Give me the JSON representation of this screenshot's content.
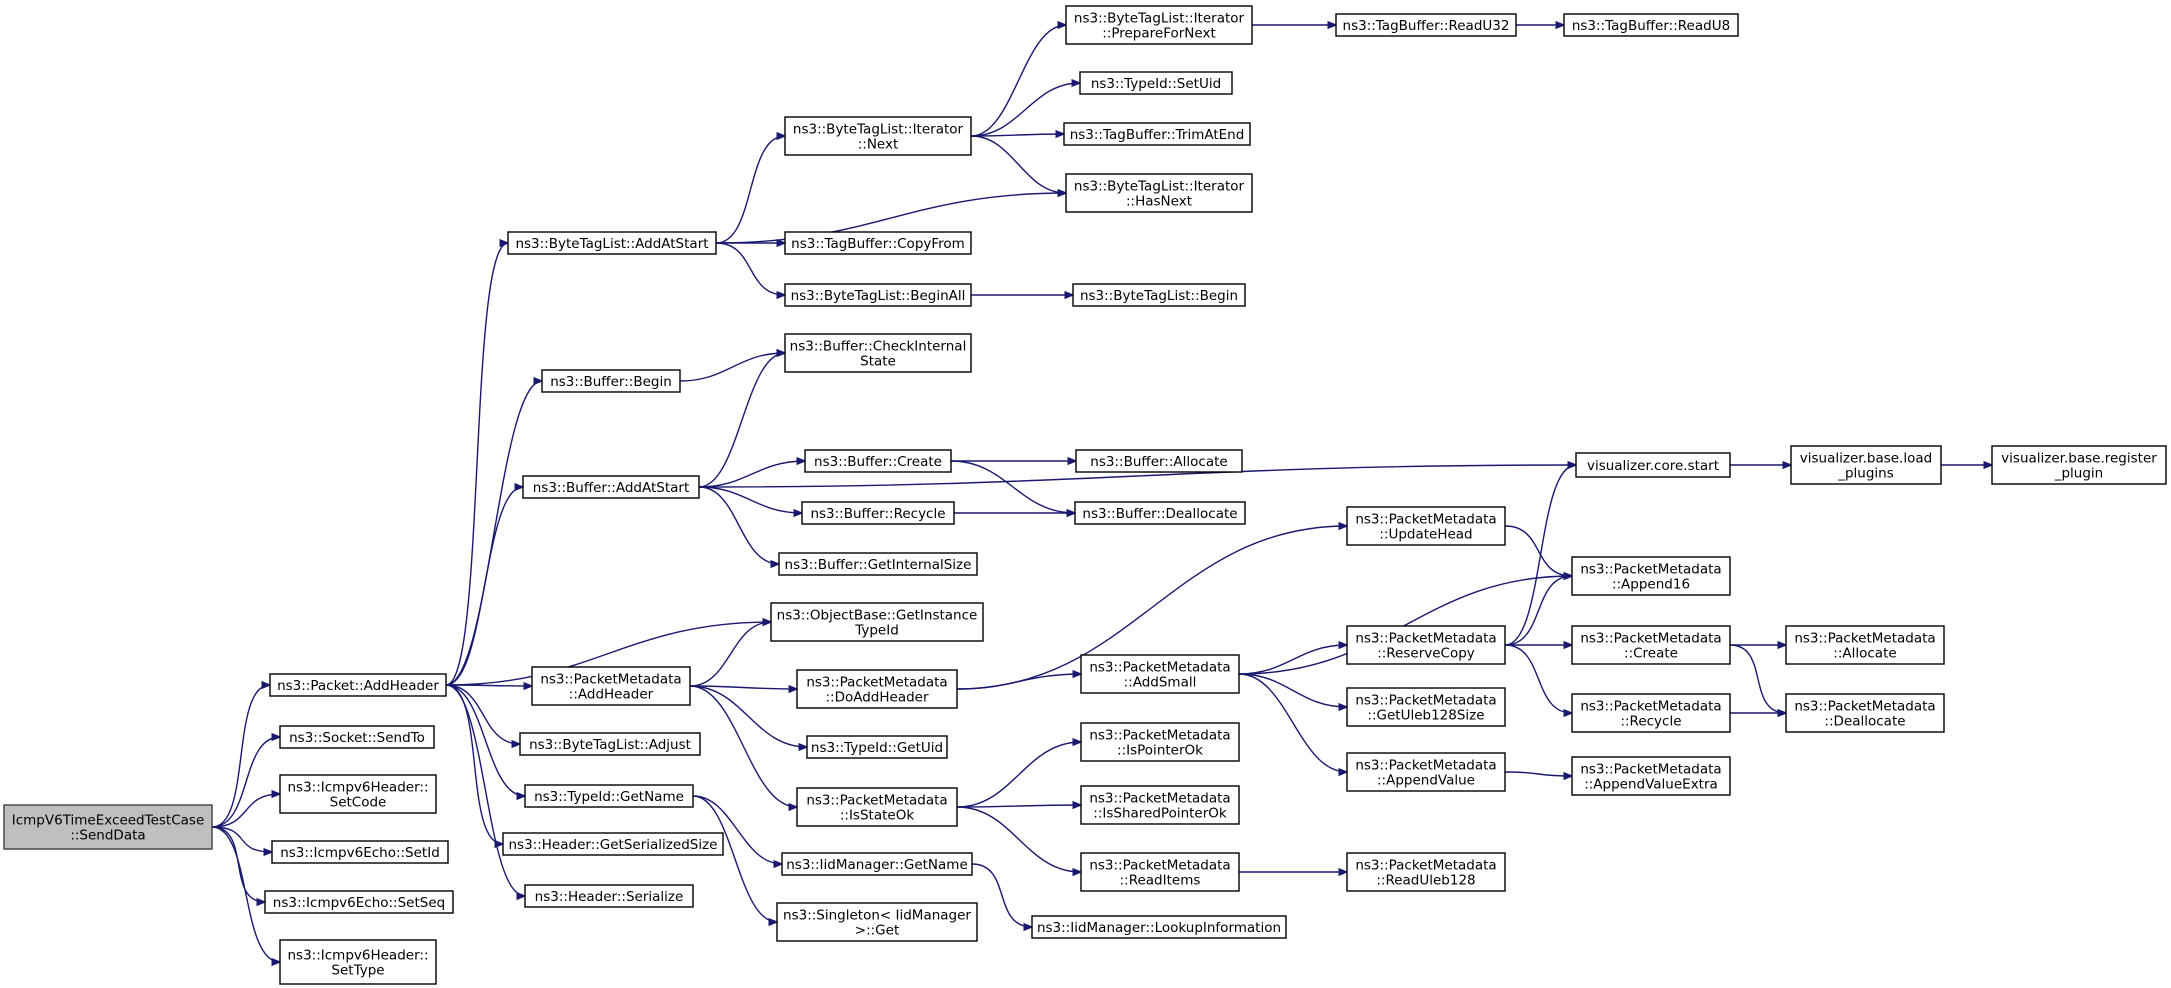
{
  "nodes": [
    {
      "id": "root",
      "lines": [
        "IcmpV6TimeExceedTestCase",
        "::SendData"
      ],
      "root": true
    },
    {
      "id": "pkt_addheader",
      "lines": [
        "ns3::Packet::AddHeader"
      ]
    },
    {
      "id": "socket_sendto",
      "lines": [
        "ns3::Socket::SendTo"
      ]
    },
    {
      "id": "icmp_setcode",
      "lines": [
        "ns3::Icmpv6Header::",
        "SetCode"
      ]
    },
    {
      "id": "echo_setid",
      "lines": [
        "ns3::Icmpv6Echo::SetId"
      ]
    },
    {
      "id": "echo_setseq",
      "lines": [
        "ns3::Icmpv6Echo::SetSeq"
      ]
    },
    {
      "id": "icmp_settype",
      "lines": [
        "ns3::Icmpv6Header::",
        "SetType"
      ]
    },
    {
      "id": "btl_addatstart",
      "lines": [
        "ns3::ByteTagList::AddAtStart"
      ]
    },
    {
      "id": "buf_begin",
      "lines": [
        "ns3::Buffer::Begin"
      ]
    },
    {
      "id": "buf_addatstart",
      "lines": [
        "ns3::Buffer::AddAtStart"
      ]
    },
    {
      "id": "pm_addheader",
      "lines": [
        "ns3::PacketMetadata",
        "::AddHeader"
      ]
    },
    {
      "id": "btl_adjust",
      "lines": [
        "ns3::ByteTagList::Adjust"
      ]
    },
    {
      "id": "typeid_getname",
      "lines": [
        "ns3::TypeId::GetName"
      ]
    },
    {
      "id": "hdr_getsize",
      "lines": [
        "ns3::Header::GetSerializedSize"
      ]
    },
    {
      "id": "hdr_serialize",
      "lines": [
        "ns3::Header::Serialize"
      ]
    },
    {
      "id": "btli_prepare",
      "lines": [
        "ns3::ByteTagList::Iterator",
        "::PrepareForNext"
      ]
    },
    {
      "id": "btli_next",
      "lines": [
        "ns3::ByteTagList::Iterator",
        "::Next"
      ]
    },
    {
      "id": "tb_copyfrom",
      "lines": [
        "ns3::TagBuffer::CopyFrom"
      ]
    },
    {
      "id": "btl_beginall",
      "lines": [
        "ns3::ByteTagList::BeginAll"
      ]
    },
    {
      "id": "buf_checkinternal",
      "lines": [
        "ns3::Buffer::CheckInternal",
        "State"
      ]
    },
    {
      "id": "buf_create",
      "lines": [
        "ns3::Buffer::Create"
      ]
    },
    {
      "id": "buf_recycle",
      "lines": [
        "ns3::Buffer::Recycle"
      ]
    },
    {
      "id": "buf_getinternalsize",
      "lines": [
        "ns3::Buffer::GetInternalSize"
      ]
    },
    {
      "id": "ob_getinstancetypeid",
      "lines": [
        "ns3::ObjectBase::GetInstance",
        "TypeId"
      ]
    },
    {
      "id": "pm_doaddheader",
      "lines": [
        "ns3::PacketMetadata",
        "::DoAddHeader"
      ]
    },
    {
      "id": "typeid_getuid",
      "lines": [
        "ns3::TypeId::GetUid"
      ]
    },
    {
      "id": "pm_isstateok",
      "lines": [
        "ns3::PacketMetadata",
        "::IsStateOk"
      ]
    },
    {
      "id": "iid_getname",
      "lines": [
        "ns3::IidManager::GetName"
      ]
    },
    {
      "id": "singleton_get",
      "lines": [
        "ns3::Singleton< IidManager",
        ">::Get"
      ]
    },
    {
      "id": "tb_readu32",
      "lines": [
        "ns3::TagBuffer::ReadU32"
      ]
    },
    {
      "id": "tb_readu8",
      "lines": [
        "ns3::TagBuffer::ReadU8"
      ]
    },
    {
      "id": "typeid_setuid",
      "lines": [
        "ns3::TypeId::SetUid"
      ]
    },
    {
      "id": "tb_trimatend",
      "lines": [
        "ns3::TagBuffer::TrimAtEnd"
      ]
    },
    {
      "id": "btli_hasnext",
      "lines": [
        "ns3::ByteTagList::Iterator",
        "::HasNext"
      ]
    },
    {
      "id": "btl_begin",
      "lines": [
        "ns3::ByteTagList::Begin"
      ]
    },
    {
      "id": "buf_allocate",
      "lines": [
        "ns3::Buffer::Allocate"
      ]
    },
    {
      "id": "buf_deallocate",
      "lines": [
        "ns3::Buffer::Deallocate"
      ]
    },
    {
      "id": "pm_addsmall",
      "lines": [
        "ns3::PacketMetadata",
        "::AddSmall"
      ]
    },
    {
      "id": "pm_ispointerok",
      "lines": [
        "ns3::PacketMetadata",
        "::IsPointerOk"
      ]
    },
    {
      "id": "pm_issharedpointerok",
      "lines": [
        "ns3::PacketMetadata",
        "::IsSharedPointerOk"
      ]
    },
    {
      "id": "pm_readitems",
      "lines": [
        "ns3::PacketMetadata",
        "::ReadItems"
      ]
    },
    {
      "id": "iid_lookupinfo",
      "lines": [
        "ns3::IidManager::LookupInformation"
      ]
    },
    {
      "id": "pm_updatehead",
      "lines": [
        "ns3::PacketMetadata",
        "::UpdateHead"
      ]
    },
    {
      "id": "pm_reservecopy",
      "lines": [
        "ns3::PacketMetadata",
        "::ReserveCopy"
      ]
    },
    {
      "id": "pm_getuleb128size",
      "lines": [
        "ns3::PacketMetadata",
        "::GetUleb128Size"
      ]
    },
    {
      "id": "pm_appendvalue",
      "lines": [
        "ns3::PacketMetadata",
        "::AppendValue"
      ]
    },
    {
      "id": "pm_readuleb128",
      "lines": [
        "ns3::PacketMetadata",
        "::ReadUleb128"
      ]
    },
    {
      "id": "vis_start",
      "lines": [
        "visualizer.core.start"
      ]
    },
    {
      "id": "pm_append16",
      "lines": [
        "ns3::PacketMetadata",
        "::Append16"
      ]
    },
    {
      "id": "pm_create",
      "lines": [
        "ns3::PacketMetadata",
        "::Create"
      ]
    },
    {
      "id": "pm_recycle",
      "lines": [
        "ns3::PacketMetadata",
        "::Recycle"
      ]
    },
    {
      "id": "pm_appendvalueextra",
      "lines": [
        "ns3::PacketMetadata",
        "::AppendValueExtra"
      ]
    },
    {
      "id": "vis_loadplugins",
      "lines": [
        "visualizer.base.load",
        "_plugins"
      ]
    },
    {
      "id": "vis_registerplugin",
      "lines": [
        "visualizer.base.register",
        "_plugin"
      ]
    },
    {
      "id": "pm_allocate",
      "lines": [
        "ns3::PacketMetadata",
        "::Allocate"
      ]
    },
    {
      "id": "pm_deallocate",
      "lines": [
        "ns3::PacketMetadata",
        "::Deallocate"
      ]
    }
  ],
  "edges": [
    [
      "root",
      "pkt_addheader"
    ],
    [
      "root",
      "socket_sendto"
    ],
    [
      "root",
      "icmp_setcode"
    ],
    [
      "root",
      "echo_setid"
    ],
    [
      "root",
      "echo_setseq"
    ],
    [
      "root",
      "icmp_settype"
    ],
    [
      "pkt_addheader",
      "btl_addatstart"
    ],
    [
      "pkt_addheader",
      "buf_begin"
    ],
    [
      "pkt_addheader",
      "buf_addatstart"
    ],
    [
      "pkt_addheader",
      "ob_getinstancetypeid"
    ],
    [
      "pkt_addheader",
      "pm_addheader"
    ],
    [
      "pkt_addheader",
      "btl_adjust"
    ],
    [
      "pkt_addheader",
      "typeid_getname"
    ],
    [
      "pkt_addheader",
      "hdr_getsize"
    ],
    [
      "pkt_addheader",
      "hdr_serialize"
    ],
    [
      "btl_addatstart",
      "btli_next"
    ],
    [
      "btl_addatstart",
      "btli_hasnext"
    ],
    [
      "btl_addatstart",
      "tb_copyfrom"
    ],
    [
      "btl_addatstart",
      "btl_beginall"
    ],
    [
      "btli_next",
      "btli_prepare"
    ],
    [
      "btli_next",
      "typeid_setuid"
    ],
    [
      "btli_next",
      "tb_trimatend"
    ],
    [
      "btli_next",
      "btli_hasnext"
    ],
    [
      "btli_prepare",
      "tb_readu32"
    ],
    [
      "tb_readu32",
      "tb_readu8"
    ],
    [
      "btl_beginall",
      "btl_begin"
    ],
    [
      "buf_begin",
      "buf_checkinternal"
    ],
    [
      "buf_addatstart",
      "buf_checkinternal"
    ],
    [
      "buf_addatstart",
      "vis_start"
    ],
    [
      "buf_addatstart",
      "buf_create"
    ],
    [
      "buf_addatstart",
      "buf_recycle"
    ],
    [
      "buf_addatstart",
      "buf_getinternalsize"
    ],
    [
      "buf_create",
      "buf_allocate"
    ],
    [
      "buf_create",
      "buf_deallocate"
    ],
    [
      "buf_recycle",
      "buf_deallocate"
    ],
    [
      "vis_start",
      "vis_loadplugins"
    ],
    [
      "vis_loadplugins",
      "vis_registerplugin"
    ],
    [
      "pm_addheader",
      "ob_getinstancetypeid"
    ],
    [
      "pm_addheader",
      "pm_doaddheader"
    ],
    [
      "pm_addheader",
      "typeid_getuid"
    ],
    [
      "pm_addheader",
      "pm_isstateok"
    ],
    [
      "pm_doaddheader",
      "pm_updatehead"
    ],
    [
      "pm_doaddheader",
      "pm_addsmall"
    ],
    [
      "pm_updatehead",
      "pm_append16"
    ],
    [
      "pm_addsmall",
      "pm_append16"
    ],
    [
      "pm_addsmall",
      "pm_reservecopy"
    ],
    [
      "pm_addsmall",
      "pm_getuleb128size"
    ],
    [
      "pm_addsmall",
      "pm_appendvalue"
    ],
    [
      "pm_reservecopy",
      "vis_start"
    ],
    [
      "pm_reservecopy",
      "pm_append16"
    ],
    [
      "pm_reservecopy",
      "pm_create"
    ],
    [
      "pm_reservecopy",
      "pm_recycle"
    ],
    [
      "pm_create",
      "pm_allocate"
    ],
    [
      "pm_create",
      "pm_deallocate"
    ],
    [
      "pm_recycle",
      "pm_deallocate"
    ],
    [
      "pm_appendvalue",
      "pm_appendvalueextra"
    ],
    [
      "pm_isstateok",
      "pm_ispointerok"
    ],
    [
      "pm_isstateok",
      "pm_issharedpointerok"
    ],
    [
      "pm_isstateok",
      "pm_readitems"
    ],
    [
      "pm_readitems",
      "pm_readuleb128"
    ],
    [
      "typeid_getname",
      "iid_getname"
    ],
    [
      "typeid_getname",
      "singleton_get"
    ],
    [
      "iid_getname",
      "iid_lookupinfo"
    ]
  ]
}
